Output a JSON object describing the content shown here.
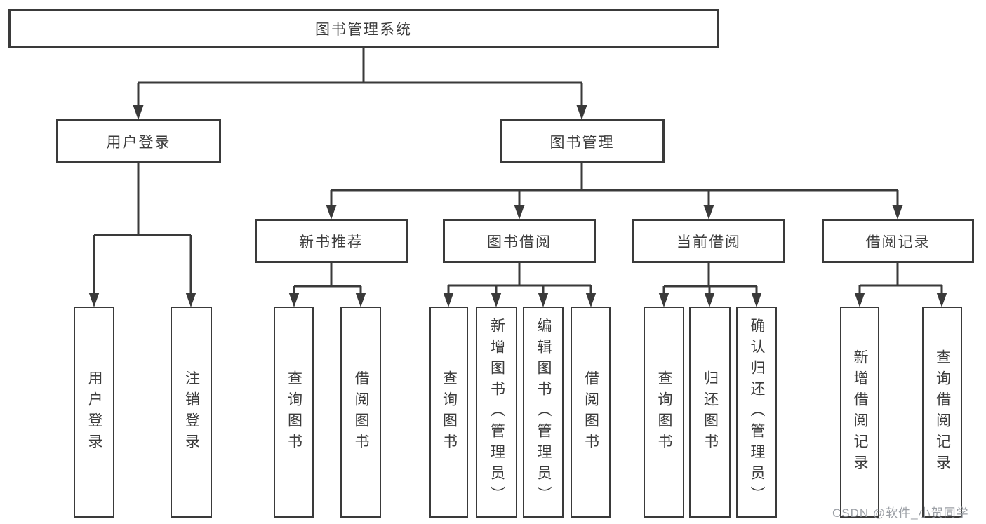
{
  "tree": {
    "label": "图书管理系统",
    "children": [
      {
        "label": "用户登录",
        "children": [
          {
            "label": "用户登录"
          },
          {
            "label": "注销登录"
          }
        ]
      },
      {
        "label": "图书管理",
        "children": [
          {
            "label": "新书推荐",
            "children": [
              {
                "label": "查询图书"
              },
              {
                "label": "借阅图书"
              }
            ]
          },
          {
            "label": "图书借阅",
            "children": [
              {
                "label": "查询图书"
              },
              {
                "label": "新增图书（管理员）"
              },
              {
                "label": "编辑图书（管理员）"
              },
              {
                "label": "借阅图书"
              }
            ]
          },
          {
            "label": "当前借阅",
            "children": [
              {
                "label": "查询图书"
              },
              {
                "label": "归还图书"
              },
              {
                "label": "确认归还（管理员）"
              }
            ]
          },
          {
            "label": "借阅记录",
            "children": [
              {
                "label": "新增借阅记录"
              },
              {
                "label": "查询借阅记录"
              }
            ]
          }
        ]
      }
    ]
  },
  "watermark": "CSDN @软件_小贺同学",
  "colors": {
    "line": "#3a3a3a",
    "text": "#3c3c3c",
    "watermark": "#94989e",
    "background": "#ffffff"
  }
}
